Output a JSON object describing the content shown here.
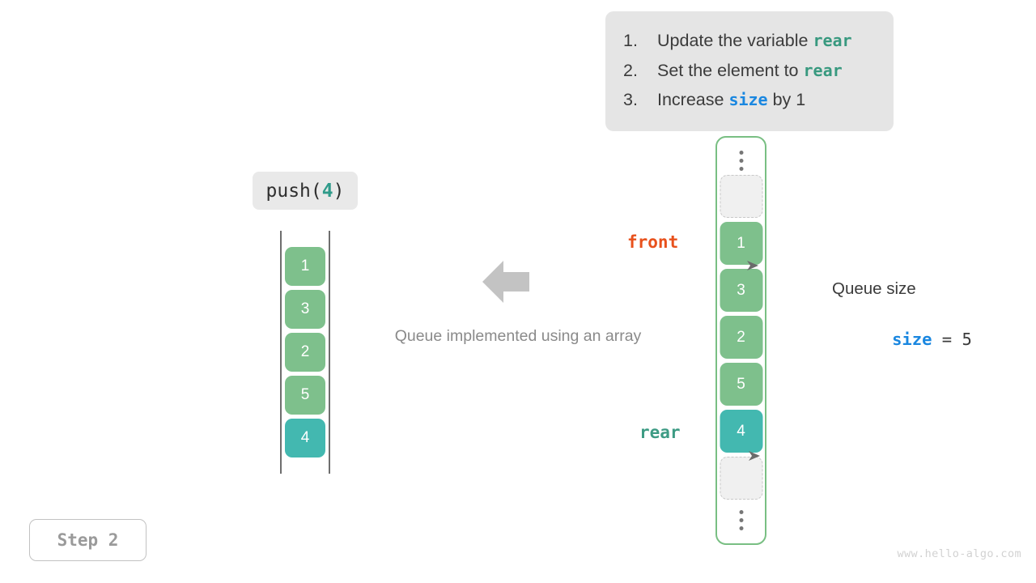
{
  "instructions": {
    "items": [
      {
        "num": "1.",
        "pre": "Update the variable ",
        "code": "rear",
        "code_color": "green",
        "post": ""
      },
      {
        "num": "2.",
        "pre": "Set the element to ",
        "code": "rear",
        "code_color": "green",
        "post": ""
      },
      {
        "num": "3.",
        "pre": "Increase ",
        "code": "size",
        "code_color": "blue",
        "post": " by 1"
      }
    ]
  },
  "operation": {
    "name": "push(",
    "arg": "4",
    "close": ")"
  },
  "left_array": {
    "values": [
      "1",
      "3",
      "2",
      "5",
      "4"
    ],
    "highlight_index": 4
  },
  "caption": {
    "text": "Queue implemented using an array"
  },
  "arrow": {
    "direction": "left",
    "color": "#c3c3c3"
  },
  "queue": {
    "border_color": "#79bf83",
    "slots": [
      {
        "value": "",
        "state": "empty"
      },
      {
        "value": "1",
        "state": "green"
      },
      {
        "value": "3",
        "state": "green"
      },
      {
        "value": "2",
        "state": "green"
      },
      {
        "value": "5",
        "state": "green"
      },
      {
        "value": "4",
        "state": "teal"
      },
      {
        "value": "",
        "state": "empty"
      }
    ]
  },
  "pointers": {
    "front": {
      "label": "front",
      "color": "#e8511c"
    },
    "rear": {
      "label": "rear",
      "color": "#3d9b84"
    }
  },
  "size_info": {
    "title": "Queue size",
    "var": "size",
    "eq": " = ",
    "value": "5"
  },
  "step": {
    "label": "Step 2"
  },
  "watermark": {
    "text": "www.hello-algo.com"
  }
}
